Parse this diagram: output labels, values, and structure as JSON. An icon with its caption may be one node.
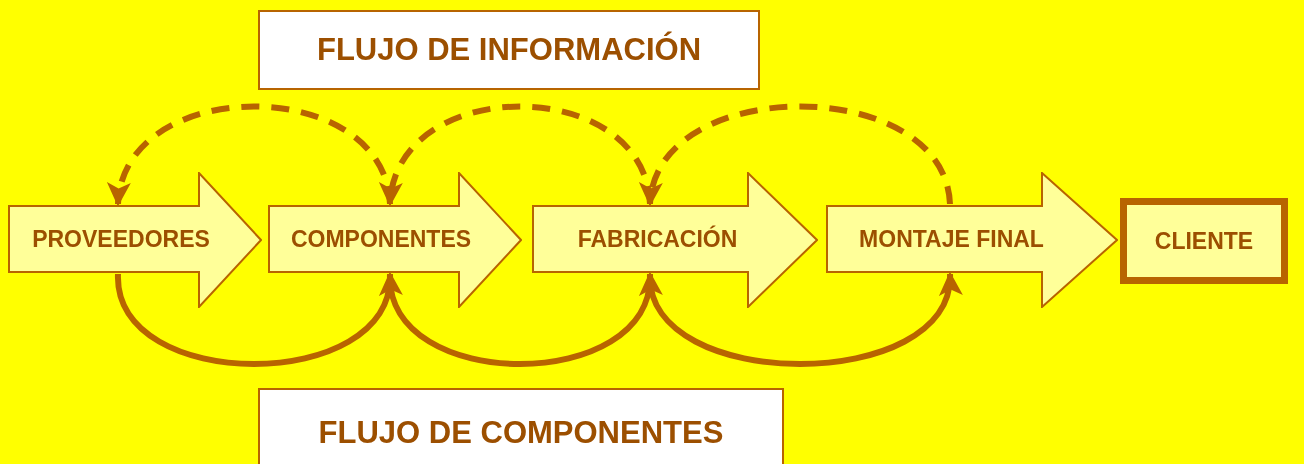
{
  "diagram": {
    "nodes": [
      {
        "text": [
          "FLUJO DE INFORMACIÓN"
        ]
      },
      {
        "text": [
          "PROVEEDORES"
        ]
      },
      {
        "text": [
          "COMPONENTES"
        ]
      },
      {
        "text": [
          "FABRICACIÓN"
        ]
      },
      {
        "text": [
          "MONTAJE FINAL"
        ]
      },
      {
        "text": [
          "CLIENTE"
        ]
      },
      {
        "text": [
          "FLUJO DE COMPONENTES"
        ]
      }
    ],
    "edges": [
      {
        "from": 2,
        "to": 1,
        "arrow": "to",
        "style": "dashed"
      },
      {
        "from": 3,
        "to": 2,
        "arrow": "to",
        "style": "dashed"
      },
      {
        "from": 4,
        "to": 3,
        "arrow": "to",
        "style": "dashed"
      },
      {
        "from": 1,
        "to": 2,
        "arrow": "to"
      },
      {
        "from": 2,
        "to": 3,
        "arrow": "to"
      },
      {
        "from": 3,
        "to": 4,
        "arrow": "to"
      }
    ]
  }
}
